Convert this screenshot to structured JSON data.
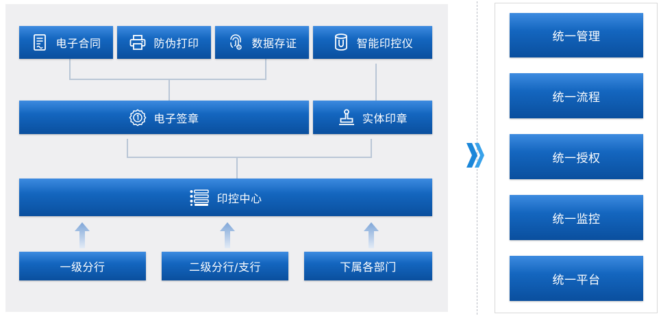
{
  "top_row": [
    {
      "label": "电子合同",
      "icon": "contract-document-icon"
    },
    {
      "label": "防伪打印",
      "icon": "printer-icon"
    },
    {
      "label": "数据存证",
      "icon": "fingerprint-icon"
    },
    {
      "label": "智能印控仪",
      "icon": "seal-device-icon"
    }
  ],
  "middle_row": [
    {
      "label": "电子签章",
      "icon": "badge-seal-icon"
    },
    {
      "label": "实体印章",
      "icon": "stamp-icon"
    }
  ],
  "center": {
    "label": "印控中心",
    "icon": "list-icon"
  },
  "bottom_row": [
    {
      "label": "一级分行"
    },
    {
      "label": "二级分行/支行"
    },
    {
      "label": "下属各部门"
    }
  ],
  "right_column": [
    {
      "label": "统一管理"
    },
    {
      "label": "统一流程"
    },
    {
      "label": "统一授权"
    },
    {
      "label": "统一监控"
    },
    {
      "label": "统一平台"
    }
  ],
  "colors": {
    "box_top": "#3d8be0",
    "box_bottom": "#0a4f9e",
    "connector": "#b9c6d6",
    "arrow": "#9fb8dc",
    "chevron": "#1a86d9"
  }
}
